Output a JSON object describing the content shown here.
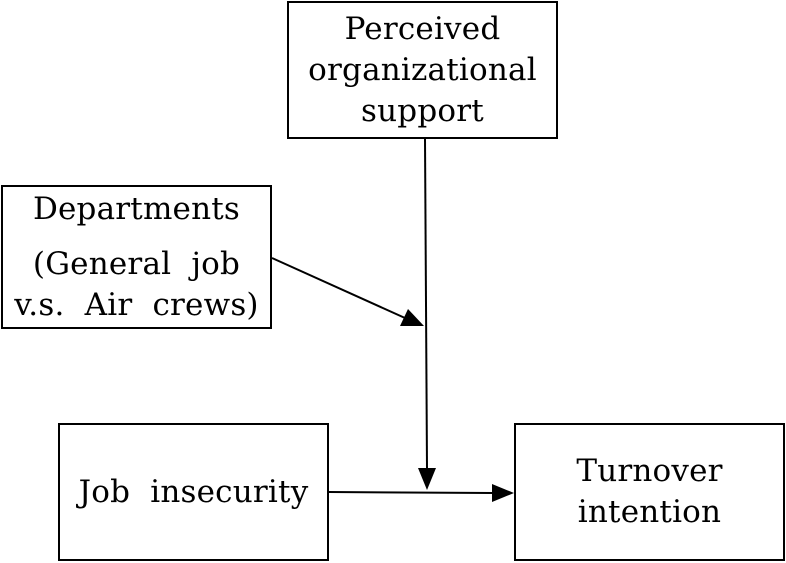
{
  "nodes": {
    "perceived_support": {
      "lines": [
        "Perceived",
        "organizational",
        "support"
      ]
    },
    "departments": {
      "lines": [
        "Departments",
        "(General  job",
        "v.s.  Air  crews)"
      ]
    },
    "job_insecurity": {
      "lines": [
        "Job  insecurity"
      ]
    },
    "turnover_intention": {
      "lines": [
        "Turnover",
        "intention"
      ]
    }
  },
  "edges": [
    {
      "from": "job_insecurity",
      "to": "turnover_intention"
    },
    {
      "from": "perceived_support",
      "to": "edge-job-to-turnover"
    },
    {
      "from": "departments",
      "to": "edge-support-moderation"
    }
  ]
}
